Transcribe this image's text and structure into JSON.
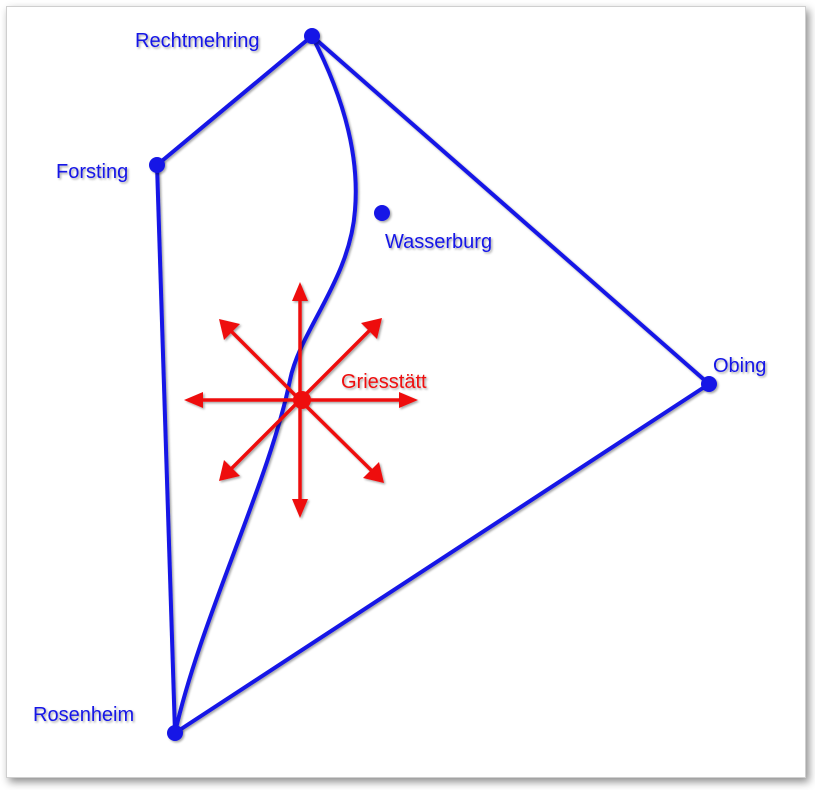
{
  "diagram": {
    "colors": {
      "network": "#1414e6",
      "center": "#ee1111"
    },
    "places": {
      "rechtmehring": "Rechtmehring",
      "forsting": "Forsting",
      "wasserburg": "Wasserburg",
      "obing": "Obing",
      "rosenheim": "Rosenheim",
      "griesstaett": "Griesstätt"
    },
    "icons": {
      "arrow": "arrow-icon",
      "node": "circle-dot"
    }
  }
}
